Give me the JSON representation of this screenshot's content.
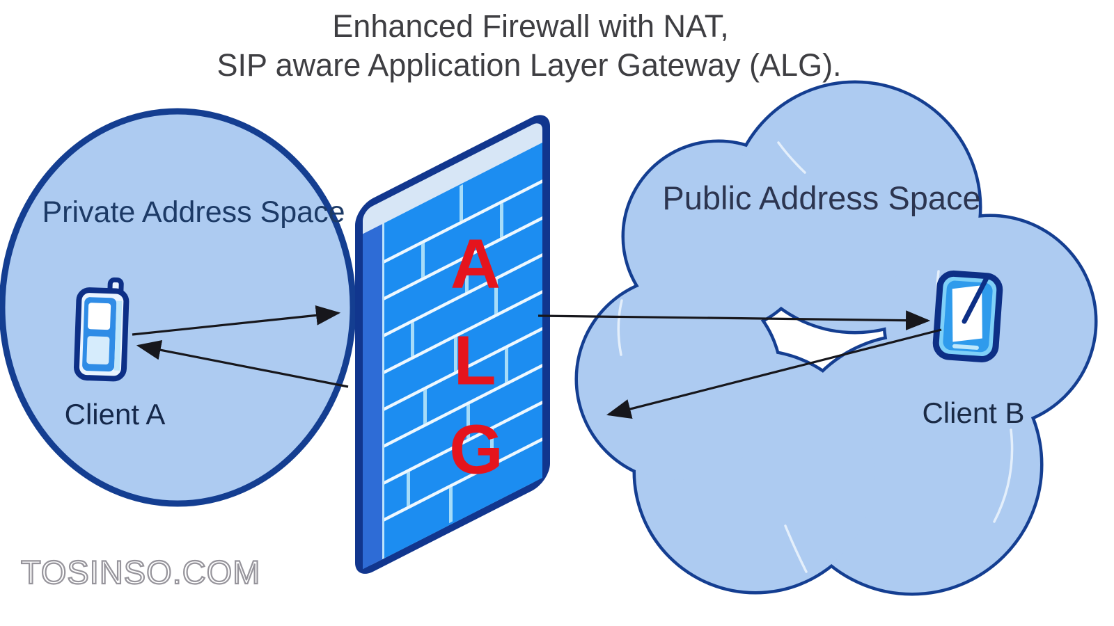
{
  "title": {
    "line1": "Enhanced Firewall with NAT,",
    "line2": "SIP aware Application Layer Gateway (ALG)."
  },
  "private_zone": {
    "label": "Private Address Space",
    "client": "Client A"
  },
  "public_zone": {
    "label": "Public Address Space",
    "client": "Client B"
  },
  "firewall": {
    "letter1": "A",
    "letter2": "L",
    "letter3": "G"
  },
  "watermark": "TOSINSO.COM",
  "colors": {
    "zone_fill": "#adcbf1",
    "zone_border": "#143e91",
    "firewall_border": "#11368e",
    "brick_face": "#1c8df1",
    "brick_mortar": "#eef8ff",
    "brick_joint": "#a6dcf9",
    "firewall_spine": "#2e6cd6",
    "firewall_bevel": "#d7e6f6",
    "alg_red": "#e5141d",
    "arrow": "#17171c",
    "watermark_gray": "#96949b"
  }
}
